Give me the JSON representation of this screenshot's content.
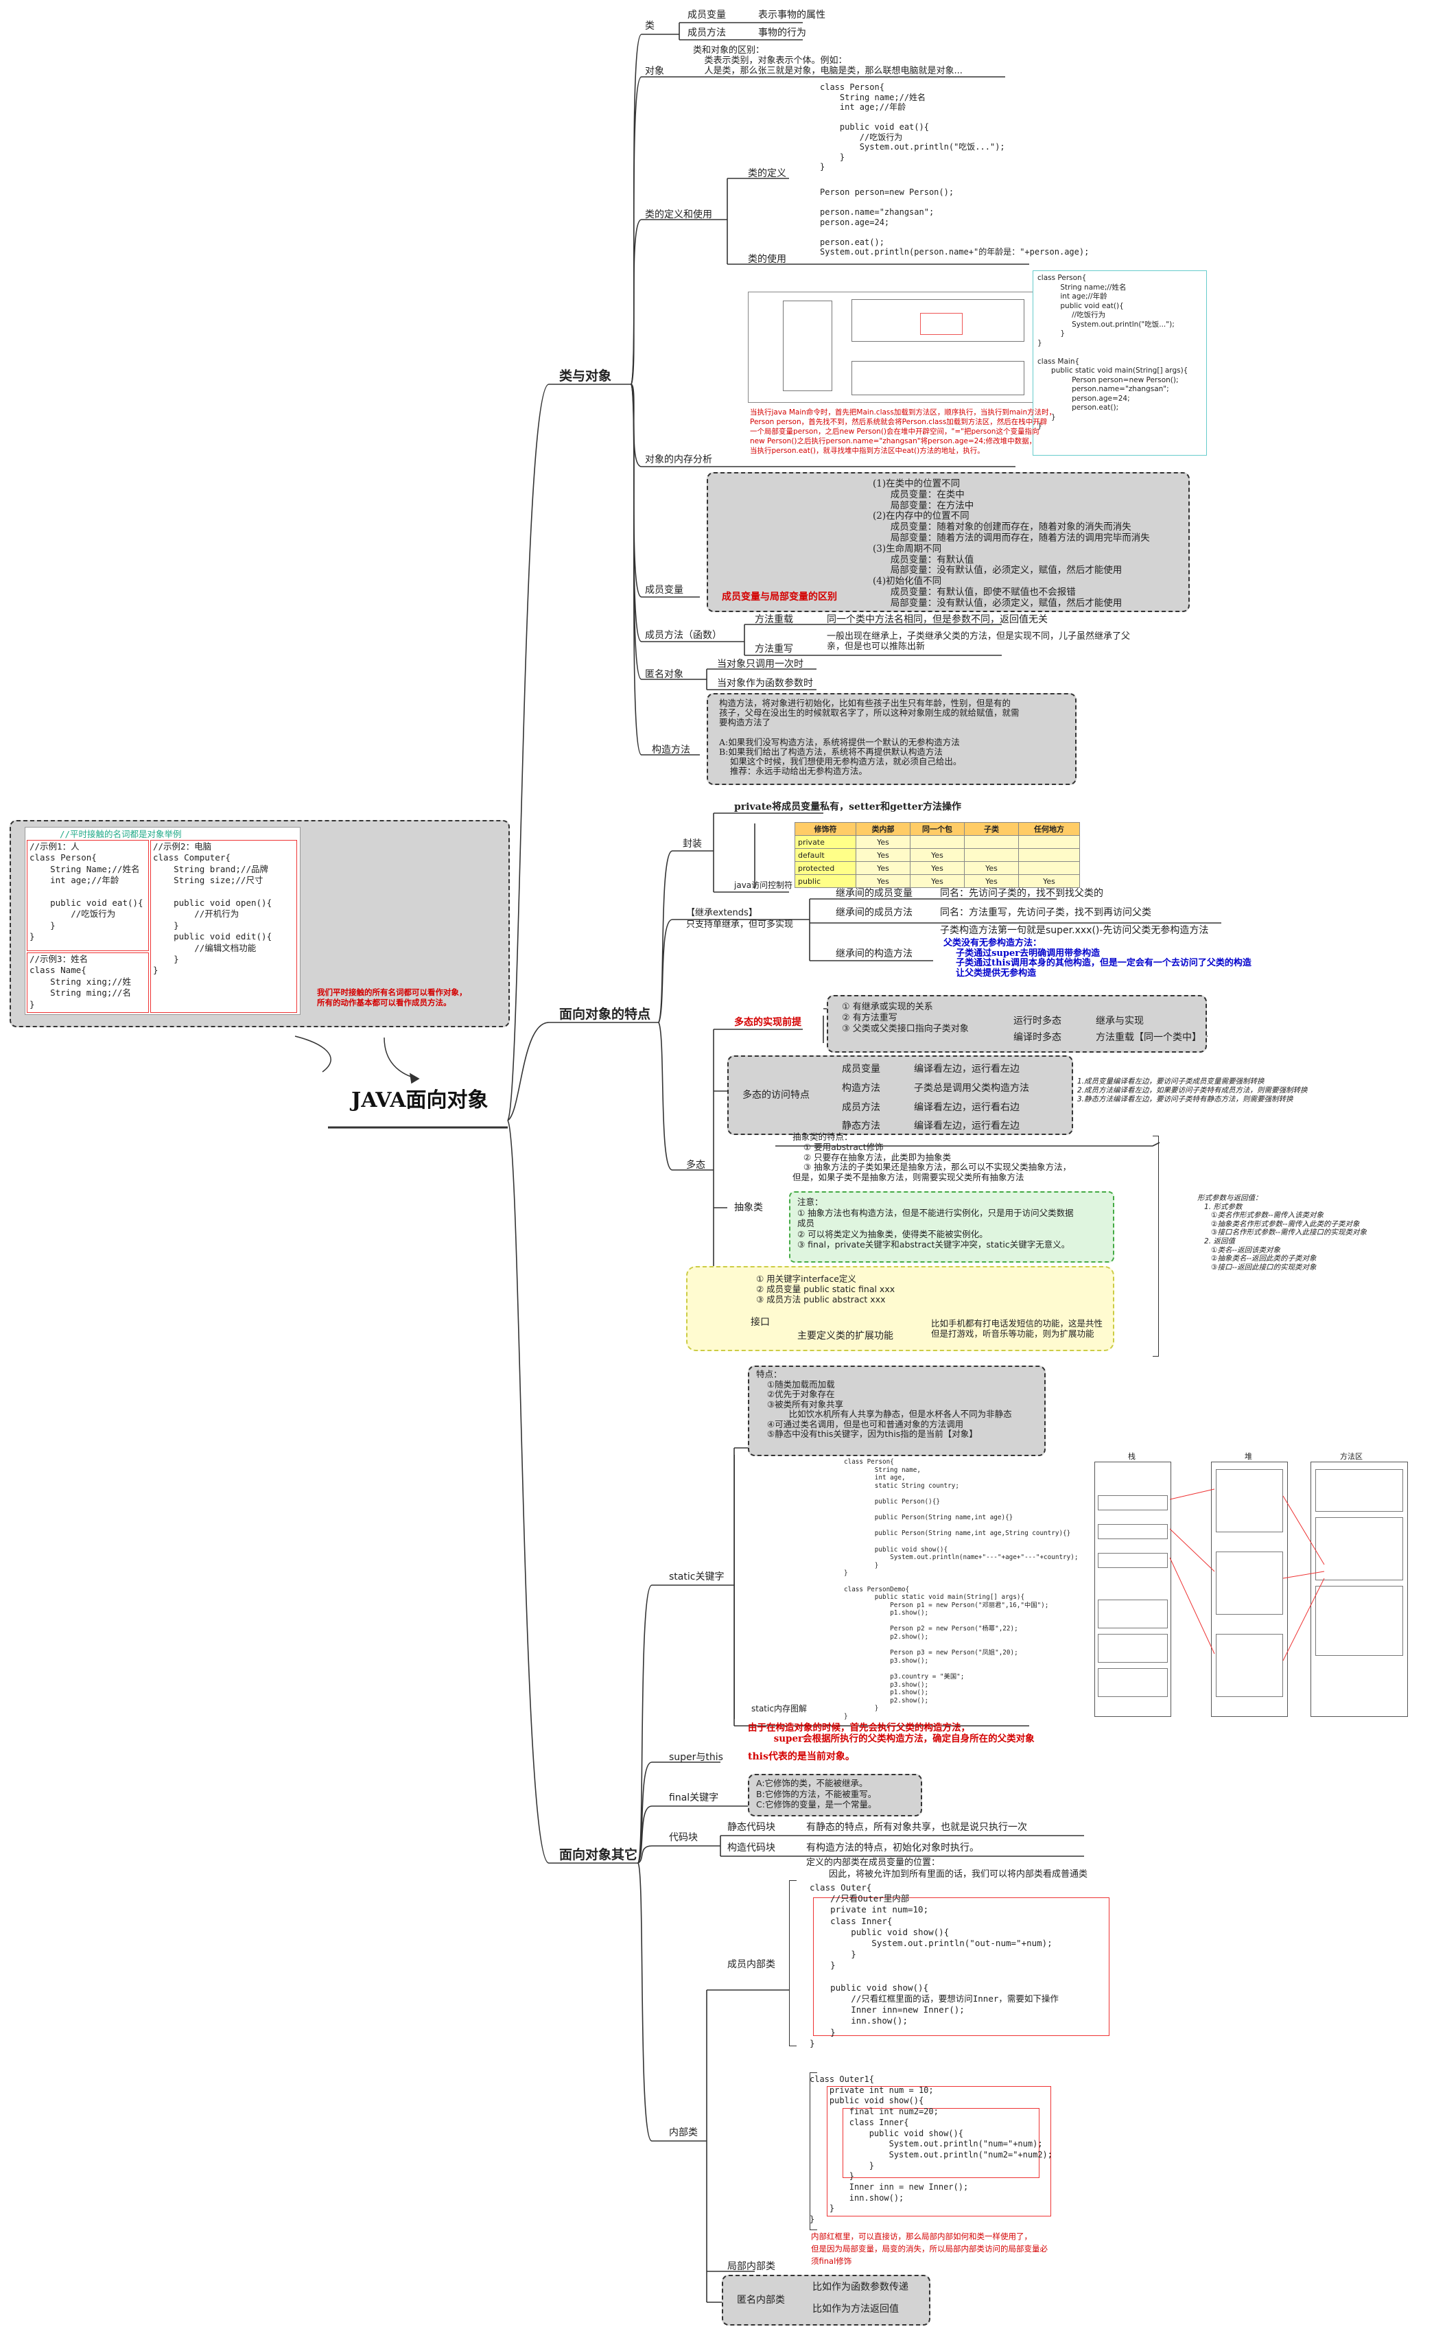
{
  "root": {
    "title": "JAVA面向对象"
  },
  "branches": {
    "class_object": "类与对象",
    "oop_features": "面向对象的特点",
    "oop_other": "面向对象其它"
  },
  "class_object": {
    "class_label": "类",
    "class_member_var": "成员变量",
    "class_member_var_desc": "表示事物的属性",
    "class_member_method": "成员方法",
    "class_member_method_desc": "事物的行为",
    "object_label": "对象",
    "object_desc": "类和对象的区别：\n    类表示类别，对象表示个体。例如：\n    人是类，那么张三就是对象，电脑是类，那么联想电脑就是对象...",
    "def_use_label": "类的定义和使用",
    "class_def_label": "类的定义",
    "class_use_label": "类的使用",
    "class_def_code": "class Person{\n    String name;//姓名\n    int age;//年龄\n\n    public void eat(){\n        //吃饭行为\n        System.out.println(\"吃饭...\");\n    }\n}",
    "class_use_code": "Person person=new Person();\n\nperson.name=\"zhangsan\";\nperson.age=24;\n\nperson.eat();\nSystem.out.println(person.name+\"的年龄是：\"+person.age);",
    "memory_label": "对象的内存分析",
    "memory_code": "class Person{\n          String name;//姓名\n          int age;//年龄\n          public void eat(){\n               //吃饭行为\n               System.out.println(\"吃饭...\");\n          }\n}\n\nclass Main{\n      public static void main(String[] args){\n               Person person=new Person();\n               person.name=\"zhangsan\";\n               person.age=24;\n               person.eat();\n      }\n}",
    "memory_note": "当执行java Main命令时，首先把Main.class加载到方法区，顺序执行，当执行到main方法时，\nPerson person，首先找不到，然后系统就会将Person.class加载到方法区，然后在栈中开辟\n一个局部变量person，之后new Person()会在堆中开辟空间，\"=\"把person这个变量指向\nnew Person()之后执行person.name=\"zhangsan\"将person.age=24;修改堆中数据，\n当执行person.eat()，就寻找堆中指到方法区中eat()方法的地址，执行。",
    "member_var_label": "成员变量",
    "member_var_diff": "(1)在类中的位置不同\n      成员变量：在类中\n      局部变量：在方法中\n(2)在内存中的位置不同\n      成员变量：随着对象的创建而存在，随着对象的消失而消失\n      局部变量：随着方法的调用而存在，随着方法的调用完毕而消失\n(3)生命周期不同\n      成员变量：有默认值\n      局部变量：没有默认值，必须定义，赋值，然后才能使用\n(4)初始化值不同\n      成员变量：有默认值，即使不赋值也不会报错\n      局部变量：没有默认值，必须定义，赋值，然后才能使用",
    "member_var_diff_title": "成员变量与局部变量的区别",
    "method_label": "成员方法（函数）",
    "overload_label": "方法重载",
    "overload_desc": "同一个类中方法名相同，但是参数不同，返回值无关",
    "override_label": "方法重写",
    "override_desc": "一般出现在继承上，子类继承父类的方法，但是实现不同，儿子虽然继承了父\n亲，但是也可以推陈出新",
    "anon_label": "匿名对象",
    "anon_1": "当对象只调用一次时",
    "anon_2": "当对象作为函数参数时",
    "ctor_label": "构造方法",
    "ctor_desc": "构造方法，将对象进行初始化，比如有些孩子出生只有年龄，性别，但是有的\n孩子，父母在没出生的时候就取名字了，所以这种对象刚生成的就给赋值，就需\n要构造方法了\n\nA:如果我们没写构造方法，系统将提供一个默认的无参构造方法\nB:如果我们给出了构造方法，系统将不再提供默认构造方法\n    如果这个时候，我们想使用无参构造方法，就必须自己给出。\n    推荐：永远手动给出无参构造方法。"
  },
  "features": {
    "encap_label": "封装",
    "encap_desc": "private将成员变量私有，setter和getter方法操作",
    "access_label": "java访问控制符",
    "access_table": {
      "headers": [
        "修饰符",
        "类内部",
        "同一个包",
        "子类",
        "任何地方"
      ],
      "rows": [
        [
          "private",
          "Yes",
          "",
          "",
          ""
        ],
        [
          "default",
          "Yes",
          "Yes",
          "",
          ""
        ],
        [
          "protected",
          "Yes",
          "Yes",
          "Yes",
          ""
        ],
        [
          "public",
          "Yes",
          "Yes",
          "Yes",
          "Yes"
        ]
      ]
    },
    "inherit_label": "【继承extends】\n只支持单继承，但可多实现",
    "inh_member_var": "继承间的成员变量",
    "inh_member_var_desc": "同名：先访问子类的，找不到找父类的",
    "inh_member_method": "继承间的成员方法",
    "inh_member_method_desc1": "同名：方法重写，先访问子类，找不到再访问父类",
    "inh_member_method_desc2": "子类构造方法第一句就是super.xxx()-先访问父类无参构造方法",
    "inh_ctor": "继承间的构造方法",
    "inh_ctor_desc": "父类没有无参构造方法：\n    子类通过super去明确调用带参构造\n    子类通过this调用本身的其他构造，但是一定会有一个去访问了父类的构造\n    让父类提供无参构造",
    "poly_label": "多态",
    "poly_impl_label": "多态的实现前提",
    "poly_impl": "① 有继承或实现的关系\n② 有方法重写\n③ 父类或父类接口指向子类对象",
    "runtime_poly": "运行时多态",
    "runtime_poly_desc": "继承与实现",
    "compile_poly": "编译时多态",
    "compile_poly_desc": "方法重载【同一个类中】",
    "poly_access_label": "多态的访问特点",
    "poly_access": [
      {
        "k": "成员变量",
        "v": "编译看左边，运行看左边"
      },
      {
        "k": "构造方法",
        "v": "子类总是调用父类构造方法"
      },
      {
        "k": "成员方法",
        "v": "编译看左边，运行看右边"
      },
      {
        "k": "静态方法",
        "v": "编译看左边，运行看左边"
      }
    ],
    "poly_side_note": "1.成员变量编译看左边，要访问子类成员变量需要强制转换\n2.成员方法编译看左边，如果要访问子类特有成员方法，则需要强制转换\n3.静态方法编译看左边，要访问子类特有静态方法，则需要强制转换",
    "abstract_label": "抽象类",
    "abstract_desc": "抽象类的特点：\n    ① 要用abstract修饰\n    ② 只要存在抽象方法，此类即为抽象类\n    ③ 抽象方法的子类如果还是抽象方法，那么可以不实现父类抽象方法，\n但是，如果子类不是抽象方法，则需要实现父类所有抽象方法",
    "abstract_note": "注意：\n① 抽象方法也有构造方法，但是不能进行实例化，只是用于访问父类数据\n成员\n② 可以将类定义为抽象类，使得类不能被实例化。\n③ final，private关键字和abstract关键字冲突，static关键字无意义。",
    "abstract_side": "形式参数与返回值：\n   1. 形式参数\n      ①类名作形式参数--需传入该类对象\n      ②抽象类名作形式参数--需传入此类的子类对象\n      ③接口名作形式参数--需传入此接口的实现类对象\n   2. 返回值\n      ①类名--返回该类对象\n      ②抽象类名--返回此类的子类对象\n      ③接口--返回此接口的实现类对象",
    "interface_label": "接口",
    "interface_desc": "① 用关键字interface定义\n② 成员变量 public static final xxx\n③ 成员方法 public abstract xxx",
    "interface_ext_label": "主要定义类的扩展功能",
    "interface_ext": "比如手机都有打电话发短信的功能，这是共性\n但是打游戏，听音乐等功能，则为扩展功能"
  },
  "other": {
    "static_label": "static关键字",
    "static_desc": "特点：\n    ①随类加载而加载\n    ②优先于对象存在\n    ③被类所有对象共享\n            比如饮水机所有人共享为静态，但是水杯各人不同为非静态\n    ④可通过类名调用，但是也可和普通对象的方法调用\n    ⑤静态中没有this关键字，因为this指的是当前【对象】",
    "static_code": "class Person{\n        String name,\n        int age,\n        static String country;\n\n        public Person(){}\n\n        public Person(String name,int age){}\n\n        public Person(String name,int age,String country){}\n\n        public void show(){\n            System.out.println(name+\"---\"+age+\"---\"+country);\n        }\n}\n\nclass PersonDemo{\n        public static void main(String[] args){\n            Person p1 = new Person(\"邓丽君\",16,\"中国\");\n            p1.show();\n\n            Person p2 = new Person(\"杨幂\",22);\n            p2.show();\n\n            Person p3 = new Person(\"凤姐\",20);\n            p3.show();\n\n            p3.country = \"美国\";\n            p3.show();\n            p1.show();\n            p2.show();\n        }\n}",
    "static_mem_label": "static内存图解",
    "stack_title": "栈",
    "heap_title": "堆",
    "method_area_title": "方法区",
    "super_this_label": "super与this",
    "super_this_desc": "由于在构造对象的时候，首先会执行父类的构造方法，\n        super会根据所执行的父类构造方法，确定自身所在的父类对象",
    "this_desc": "this代表的是当前对象。",
    "final_label": "final关键字",
    "final_desc": "A:它修饰的类，不能被继承。\nB:它修饰的方法，不能被重写。\nC:它修饰的变量，是一个常量。",
    "code_block_label": "代码块",
    "static_block": "静态代码块",
    "static_block_desc": "有静态的特点，所有对象共享，也就是说只执行一次",
    "ctor_block": "构造代码块",
    "ctor_block_desc": "有构造方法的特点，初始化对象时执行。",
    "inner_label": "内部类",
    "member_inner_label": "成员内部类",
    "member_inner_desc": "定义的内部类在成员变量的位置：\n        因此，将被允许加到所有里面的话，我们可以将内部类看成普通类",
    "member_inner_code": "class Outer{\n    //只看Outer里内部\n    private int num=10;\n    class Inner{\n        public void show(){\n            System.out.println(\"out-num=\"+num);\n        }\n    }\n\n    public void show(){\n        //只看红框里面的话，要想访问Inner，需要如下操作\n        Inner inn=new Inner();\n        inn.show();\n    }\n}",
    "local_inner_code": "class Outer1{\n    private int num = 10;\n    public void show(){\n        final int num2=20;\n        class Inner{\n            public void show(){\n                System.out.println(\"num=\"+num);\n                System.out.println(\"num2=\"+num2);\n            }\n        }\n        Inner inn = new Inner();\n        inn.show();\n    }\n}",
    "local_inner_note": "内部红框里，可以直接访，那么局部内部如何和类一样使用了，\n但是因为局部变量，局变的消失，所以局部内部类访问的局部变量必\n须final修饰",
    "local_inner_label": "局部内部类",
    "anon_inner_label": "匿名内部类",
    "anon_inner_1": "比如作为函数参数传递",
    "anon_inner_2": "比如作为方法返回值"
  },
  "sample": {
    "header": "//平时接触的名词都是对象举例",
    "code1": "//示例1：人\nclass Person{\n    String Name;//姓名\n    int age;//年龄\n\n    public void eat(){\n        //吃饭行为\n    }\n}",
    "code2": "//示例2：电脑\nclass Computer{\n    String brand;//品牌\n    String size;//尺寸\n\n    public void open(){\n        //开机行为\n    }\n    public void edit(){\n        //编辑文档功能\n    }\n}",
    "code3": "//示例3：姓名\nclass Name{\n    String xing;//姓\n    String ming;//名\n}",
    "note": "我们平时接触的所有名词都可以看作对象，\n所有的动作基本都可以看作成员方法。"
  }
}
